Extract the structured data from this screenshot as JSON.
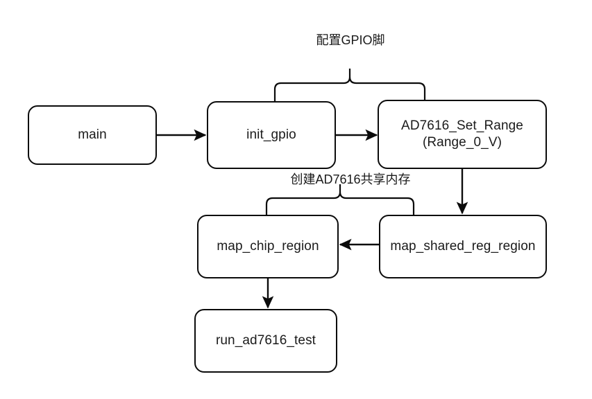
{
  "diagram": {
    "title_visible": false,
    "background": "#ffffff",
    "stroke_color": "#0b0b0b",
    "text_color": "#1a1a1a",
    "nodes": [
      {
        "id": "main",
        "label": "main"
      },
      {
        "id": "init_gpio",
        "label": "init_gpio"
      },
      {
        "id": "set_range",
        "label": "AD7616_Set_Range\n(Range_0_V)"
      },
      {
        "id": "map_chip",
        "label": "map_chip_region"
      },
      {
        "id": "map_shared",
        "label": "map_shared_reg_region"
      },
      {
        "id": "run_test",
        "label": "run_ad7616_test"
      }
    ],
    "group_labels": [
      {
        "id": "configure_gpio",
        "label": "配置GPIO脚"
      },
      {
        "id": "create_shm",
        "label": "创建AD7616共享内存"
      }
    ],
    "edges": [
      {
        "from": "main",
        "to": "init_gpio",
        "direction": "right"
      },
      {
        "from": "init_gpio",
        "to": "set_range",
        "direction": "right"
      },
      {
        "from": "set_range",
        "to": "map_shared",
        "direction": "down"
      },
      {
        "from": "map_shared",
        "to": "map_chip",
        "direction": "left"
      },
      {
        "from": "map_chip",
        "to": "run_test",
        "direction": "down"
      }
    ],
    "braces": [
      {
        "id": "brace-gpio",
        "spans": [
          "init_gpio",
          "set_range"
        ]
      },
      {
        "id": "brace-shm",
        "spans": [
          "map_chip",
          "map_shared"
        ]
      }
    ]
  }
}
